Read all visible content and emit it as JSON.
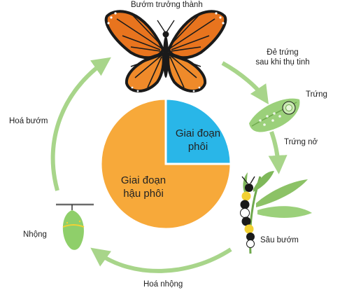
{
  "title": "Bướm trưởng thành",
  "labels": {
    "mating": [
      "Đẻ trứng",
      "sau khi thụ tinh"
    ],
    "egg": "Trứng",
    "hatch": "Trứng nở",
    "caterpillar": "Sâu bướm",
    "pupation": "Hoá nhộng",
    "pupa": "Nhộng",
    "emergence": "Hoá bướm"
  },
  "pie": {
    "embryonic": [
      "Giai đoạn",
      "phôi"
    ],
    "post_embryonic": [
      "Giai đoạn",
      "hậu phôi"
    ]
  },
  "chart_data": {
    "type": "pie",
    "slices": [
      {
        "label": "Giai đoạn phôi",
        "value": 25,
        "color": "#29b6e8"
      },
      {
        "label": "Giai đoạn hậu phôi",
        "value": 75,
        "color": "#f7a93a"
      }
    ]
  },
  "colors": {
    "arrow": "#a8d58a",
    "embryonic": "#29b6e8",
    "post_embryonic": "#f7a93a",
    "wing": "#e8741e",
    "vein": "#1a1a1a",
    "leaf": "#7fb85a",
    "egg": "#9bd07a",
    "pupa": "#8fcf6a"
  },
  "icons": [
    "butterfly-icon",
    "egg-icon",
    "caterpillar-icon",
    "chrysalis-icon"
  ]
}
